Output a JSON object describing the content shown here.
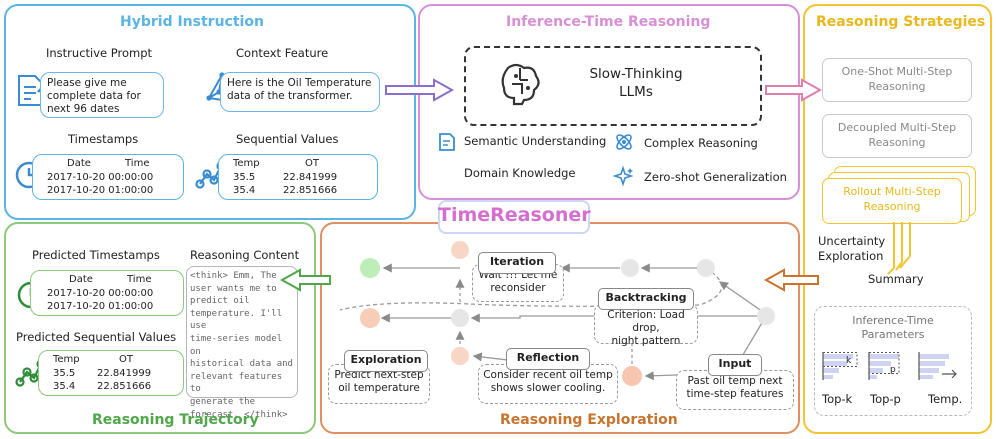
{
  "hybrid": {
    "title": "Hybrid Instruction",
    "instructive_prompt": "Instructive Prompt",
    "prompt_text": "Please give me complete data for next 96 dates",
    "context_feature": "Context Feature",
    "context_text": "Here is the Oil Temperature data of the transformer.",
    "timestamps": "Timestamps",
    "ts_date": "Date",
    "ts_time": "Time",
    "ts_rows": [
      "2017-10-20 00:00:00",
      "2017-10-20 01:00:00"
    ],
    "sequential_values": "Sequential Values",
    "sv_temp": "Temp",
    "sv_ot": "OT",
    "sv_rows": [
      [
        "35.5",
        "22.841999"
      ],
      [
        "35.4",
        "22.851666"
      ]
    ]
  },
  "inference": {
    "title": "Inference-Time Reasoning",
    "llm_label_1": "Slow-Thinking",
    "llm_label_2": "LLMs",
    "caps": [
      "Semantic Understanding",
      "Complex Reasoning",
      "Domain Knowledge",
      "Zero-shot Generalization"
    ]
  },
  "strategies": {
    "title": "Reasoning Strategies",
    "items": [
      [
        "One-Shot Multi-Step",
        "Reasoning"
      ],
      [
        "Decoupled Multi-Step",
        "Reasoning"
      ],
      [
        "Rollout Multi-Step",
        "Reasoning"
      ]
    ],
    "uncertainty": [
      "Uncertainty",
      "Exploration"
    ],
    "summary": "Summary",
    "params_title": [
      "Inference-Time",
      "Parameters"
    ],
    "params": [
      "Top-k",
      "Top-p",
      "Temp."
    ],
    "param_marks": [
      "k",
      "p"
    ]
  },
  "brand": "TimeReasoner",
  "trajectory": {
    "title": "Reasoning Trajectory",
    "predicted_timestamps": "Predicted Timestamps",
    "ts_date": "Date",
    "ts_time": "Time",
    "ts_rows": [
      "2017-10-20 00:00:00",
      "2017-10-20 01:00:00"
    ],
    "predicted_values": "Predicted Sequential Values",
    "sv_temp": "Temp",
    "sv_ot": "OT",
    "sv_rows": [
      [
        "35.5",
        "22.841999"
      ],
      [
        "35.4",
        "22.851666"
      ]
    ],
    "reasoning_content": "Reasoning Content",
    "content_lines": [
      "<think> Emm, The",
      "user wants me to",
      "predict oil",
      "temperature. I'll use",
      "time-series model on",
      "historical data and",
      "relevant features to",
      "generate the",
      "forecast. </think>"
    ]
  },
  "exploration": {
    "title": "Reasoning Exploration",
    "iteration": {
      "label": "Iteration",
      "text": [
        "Wait !!! Let me",
        "reconsider"
      ]
    },
    "backtracking": {
      "label": "Backtracking",
      "text": [
        "Criterion: Load drop,",
        "night pattern"
      ]
    },
    "exploration": {
      "label": "Exploration",
      "text": [
        "Predict next-step",
        "oil temperature"
      ]
    },
    "reflection": {
      "label": "Reflection",
      "text": [
        "Consider recent oil temp",
        "shows slower cooling."
      ]
    },
    "input": {
      "label": "Input",
      "text": [
        "Past oil temp next",
        "time-step features"
      ]
    }
  },
  "colors": {
    "hybrid": "#5ab4e5",
    "inference": "#d98fd6",
    "strategies": "#f2c530",
    "trajectory": "#8cc97a",
    "exploration": "#e09060"
  }
}
